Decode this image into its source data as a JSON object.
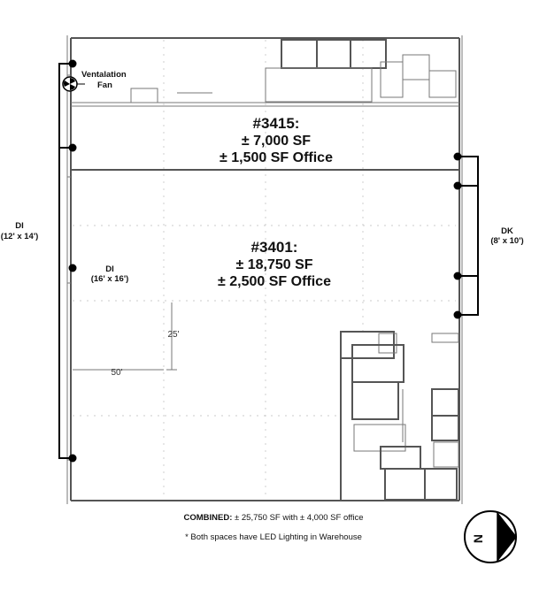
{
  "units": {
    "u3415": {
      "title": "#3415:",
      "warehouse": "± 7,000 SF",
      "office": "± 1,500 SF Office"
    },
    "u3401": {
      "title": "#3401:",
      "warehouse": "± 18,750 SF",
      "office": "± 2,500 SF Office"
    }
  },
  "labels": {
    "fan_line1": "Ventalation",
    "fan_line2": "Fan",
    "di_left_line1": "DI",
    "di_left_line2": "(12' x 14')",
    "di_inner_line1": "DI",
    "di_inner_line2": "(16' x 16')",
    "dk_line1": "DK",
    "dk_line2": "(8' x 10')",
    "dim_25": "25'",
    "dim_50": "50'"
  },
  "footer": {
    "combined_label": "COMBINED:",
    "combined_text": "± 25,750 SF with ± 4,000 SF office",
    "note": "* Both spaces have LED Lighting in Warehouse"
  },
  "compass": {
    "letter": "N"
  },
  "icons": {
    "fan": "ventilation-fan-icon",
    "compass": "north-arrow-icon"
  }
}
